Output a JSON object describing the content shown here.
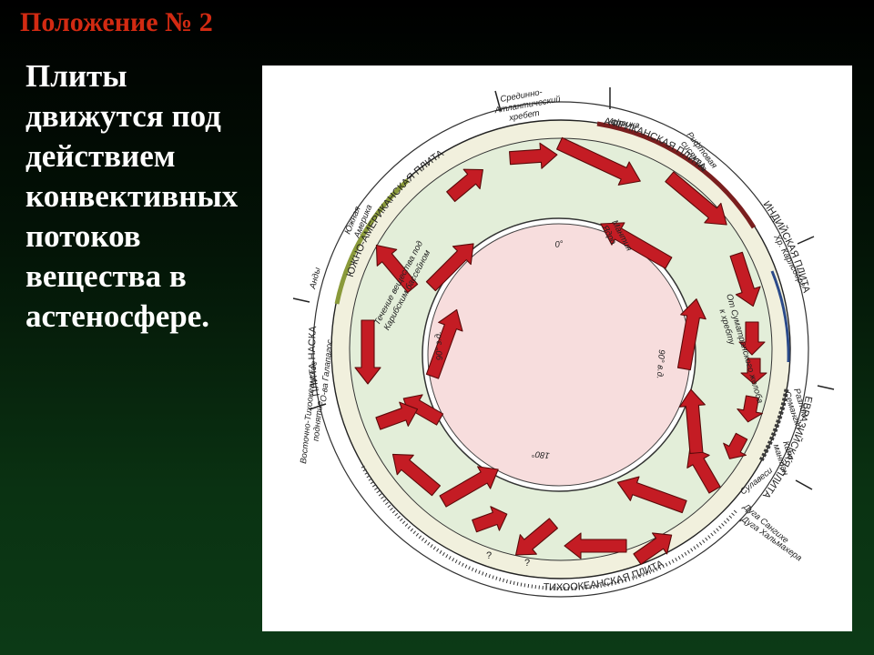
{
  "title": "Положение № 2",
  "description_lines": [
    "Плиты",
    "движутся под",
    "действием",
    "конвективных",
    "потоков",
    "вещества в",
    "астеносфере."
  ],
  "diagram": {
    "plates": {
      "african": "АФРИКАНСКАЯ ПЛИТА",
      "south_american": "ЮЖНО-АМЕРИКАНСКАЯ ПЛИТА",
      "indian": "ИНДИЙСКАЯ ПЛИТА",
      "eurasian": "ЕВРАЗИЙСКАЯ ПЛИТА",
      "pacific": "ТИХООКЕАНСКАЯ ПЛИТА",
      "nazca": "ПЛИТА НАСКА"
    },
    "features": {
      "mid_atlantic_ridge_1": "Срединно-",
      "mid_atlantic_ridge_2": "Атлантический",
      "mid_atlantic_ridge_3": "хребет",
      "africa": "Африка",
      "rift_system_1": "Рифтовая",
      "rift_system_2": "система",
      "carlsberg_ridge": "Хр. Карлсберг",
      "semangko_fault_1": "Разлом",
      "semangko_fault_2": "Семангко",
      "kalimantan_1": "Кали-",
      "kalimantan_2": "мантан",
      "sulawesi": "Сулавеси",
      "sangihe_arc": "Дуга Сангихе",
      "halmahera_arc": "Дуга Хальмахера",
      "south_america_1": "Южная",
      "south_america_2": "Америка",
      "andes": "Анды",
      "galapagos": "О-ва Галапагос",
      "east_pacific_rise_1": "Восточно-Тихоокеанское",
      "east_pacific_rise_2": "поднятие"
    },
    "mantle_labels": {
      "core_1": "Мантия",
      "core_2": "Ядро",
      "caribbean_flow_1": "Течение вещества под",
      "caribbean_flow_2": "Карибским бассейном",
      "sumatra_flow_1": "От Суматранского желоба",
      "sumatra_flow_2": "к хребту"
    },
    "degrees": {
      "d0": "0°",
      "d90w": "90° з.д.",
      "d90e": "90° в.д.",
      "d180": "180°"
    },
    "question_mark": "?"
  },
  "colors": {
    "title": "#d22a12",
    "arrow_fill": "#c21a22",
    "core": "#f7dede",
    "mantle": "#e6efdc",
    "crust": "#efefdc"
  }
}
